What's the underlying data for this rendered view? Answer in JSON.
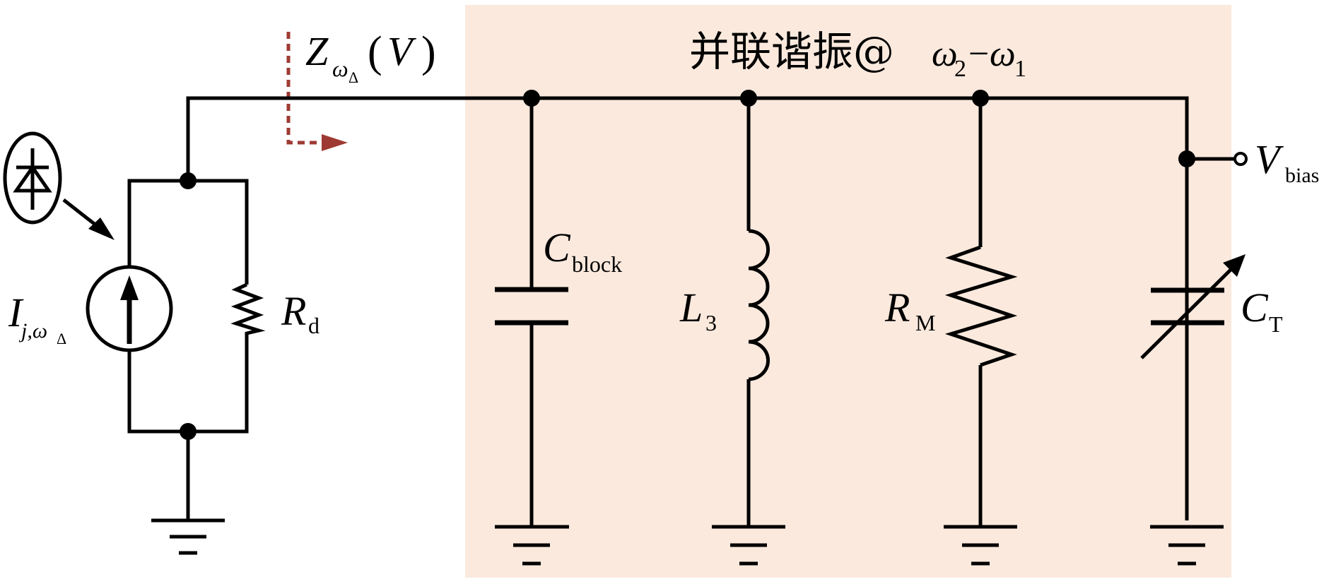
{
  "figure": {
    "type": "circuit-schematic",
    "title_region": {
      "text_cjk": "并联谐振@",
      "omega_a": "ω",
      "omega_a_sub": "2",
      "dash": "−",
      "omega_b": "ω",
      "omega_b_sub": "1",
      "shade_color": "#fbe9dd"
    },
    "impedance_label": {
      "main": "Z",
      "sub": "ω",
      "subsub": "Δ",
      "arg_open": "(",
      "arg": "V",
      "arg_close": ")",
      "arrow_color": "#9e3a33"
    },
    "components": {
      "photodiode": {
        "name": "photodiode"
      },
      "current_source": {
        "main": "I",
        "sub": "j,ω",
        "subsub": "Δ"
      },
      "rd": {
        "main": "R",
        "sub": "d"
      },
      "cblock": {
        "main": "C",
        "sub": "block"
      },
      "l3": {
        "main": "L",
        "sub": "3"
      },
      "rm": {
        "main": "R",
        "sub": "M"
      },
      "ct": {
        "main": "C",
        "sub": "T"
      },
      "vbias": {
        "main": "V",
        "sub": "bias"
      }
    }
  }
}
